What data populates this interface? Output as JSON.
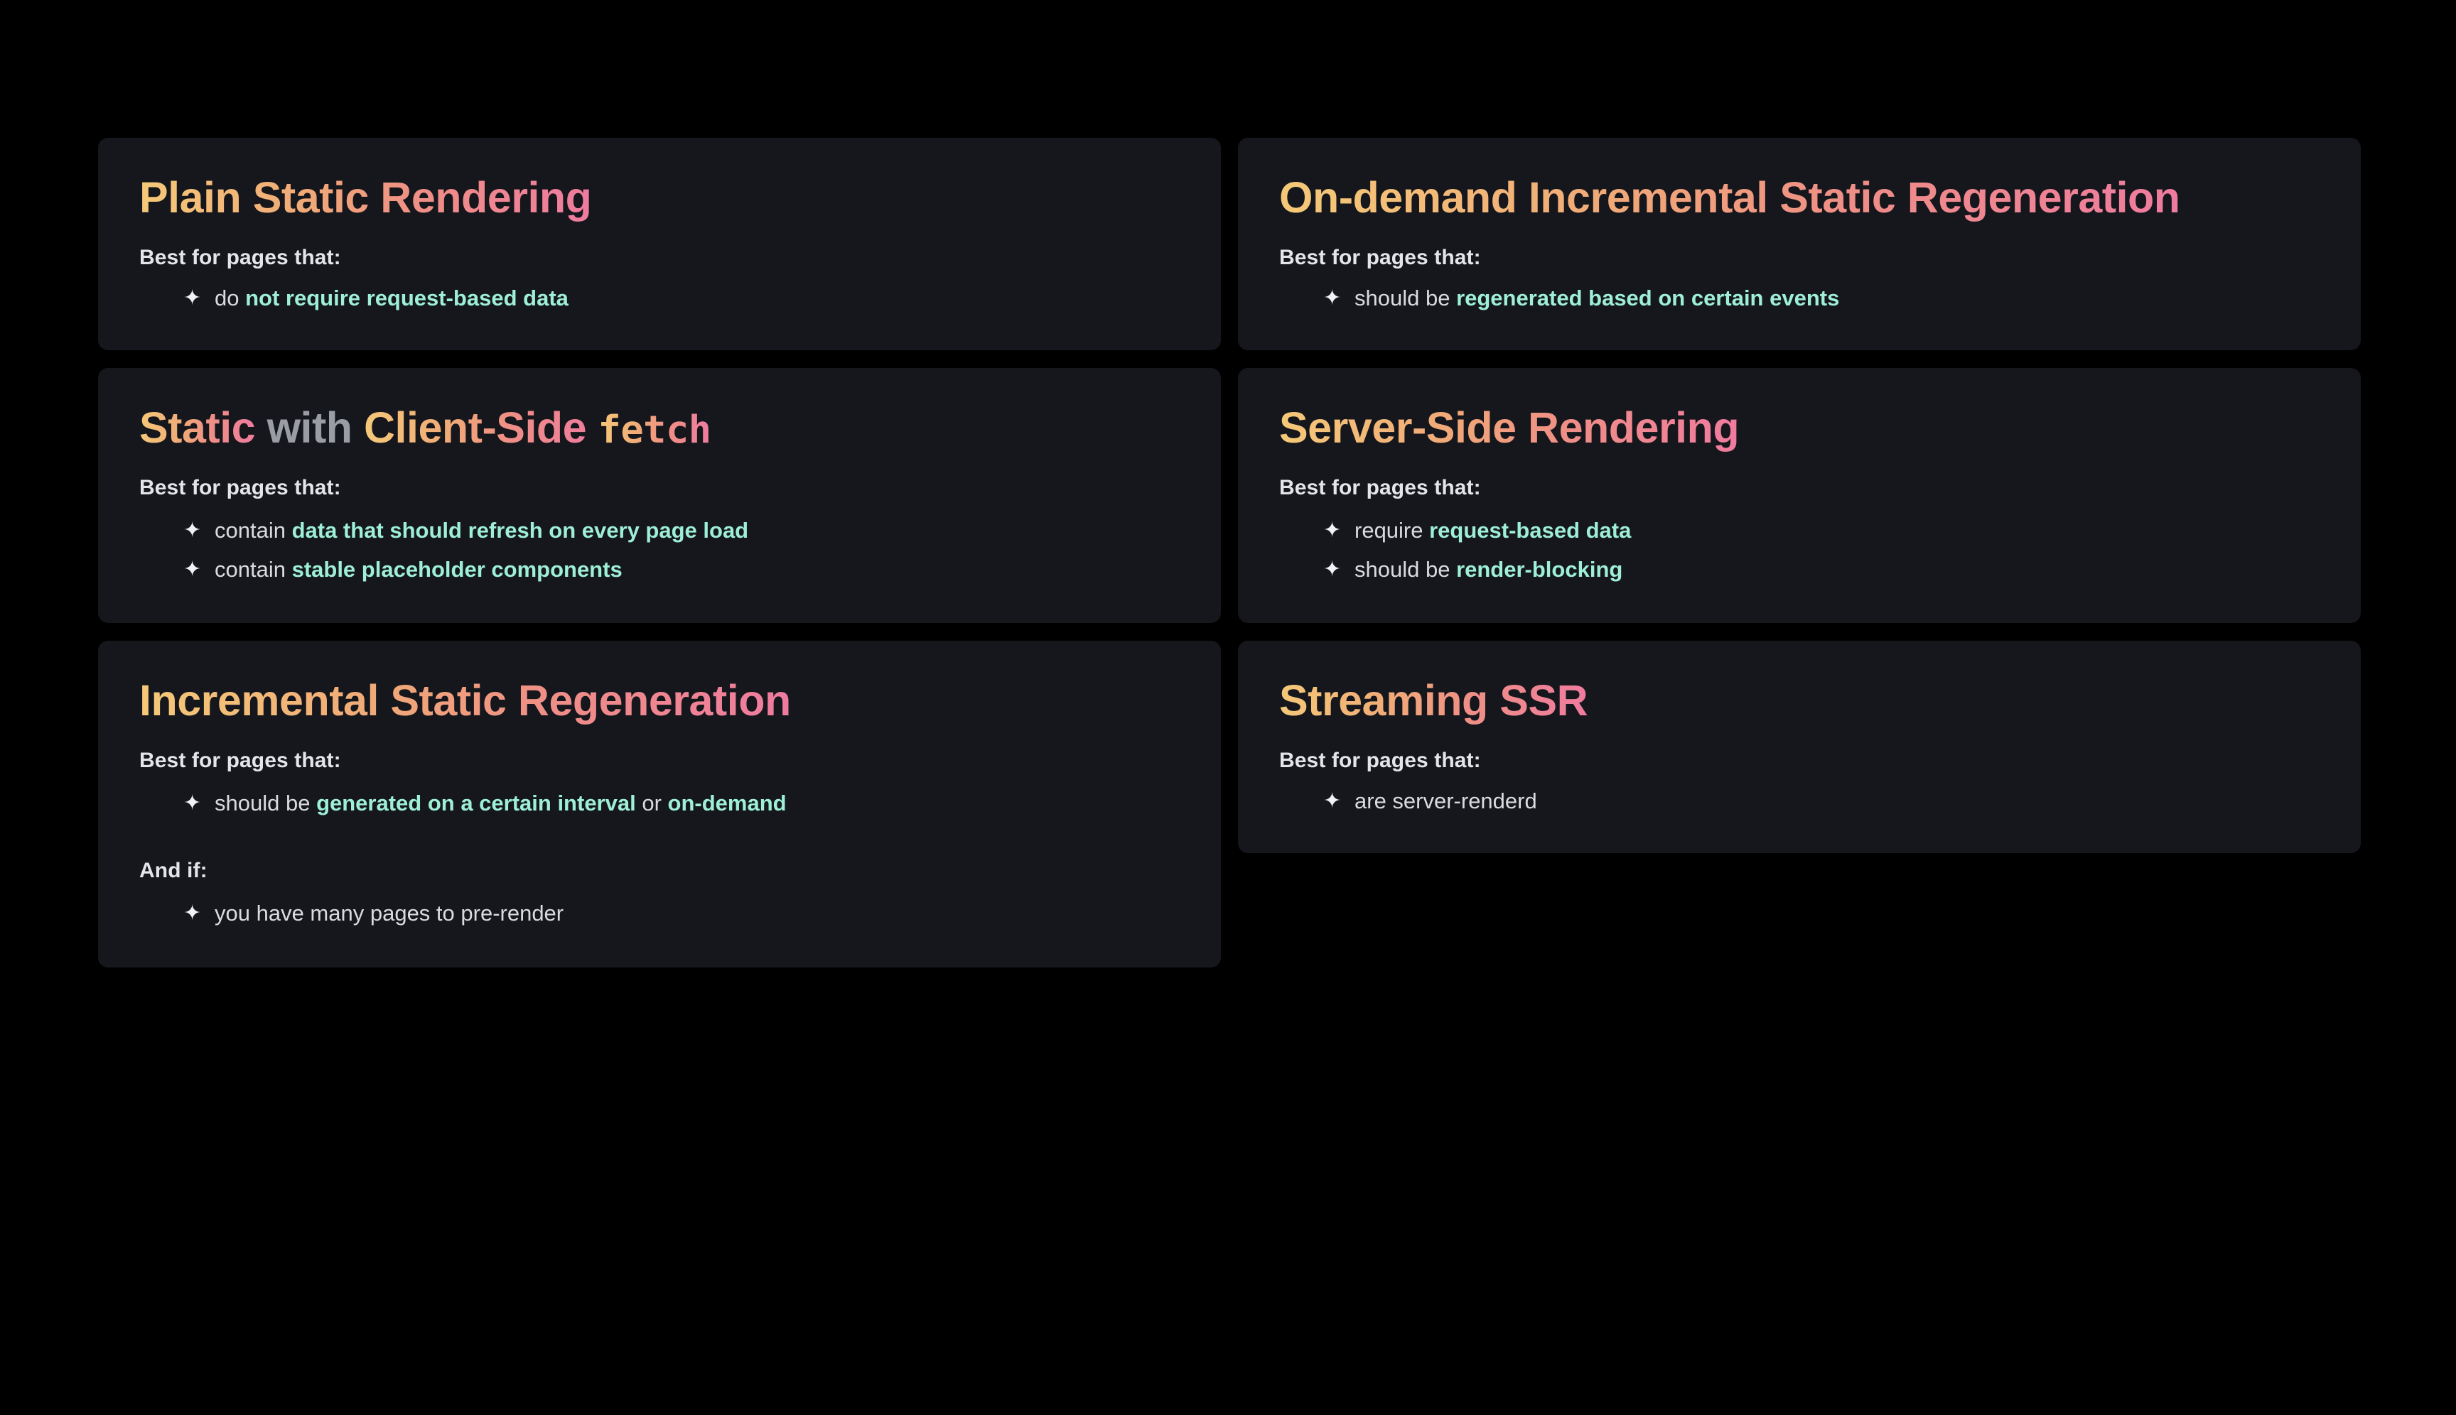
{
  "theme": {
    "page_background": "#000000",
    "card_background": "#15171C",
    "title_gradient_start": "#F5C978",
    "title_gradient_end": "#EF7B9F",
    "highlight_color": "#9EEFD6",
    "body_text_color": "#D9DBDF",
    "muted_text_color": "#9A9DA3",
    "bullet_icon": "sparkle-four-point"
  },
  "labels": {
    "best_for": "Best for pages that:",
    "and_if": "And if:",
    "bullet_glyph": "✦"
  },
  "cards": [
    {
      "id": "plain-static-rendering",
      "title_segments": [
        {
          "text": "Plain Static Rendering",
          "style": "gradient"
        }
      ],
      "title_plain": "Plain Static Rendering",
      "sections": [
        {
          "heading": "Best for pages that:",
          "bullets": [
            {
              "parts": [
                {
                  "text": "do ",
                  "style": "normal"
                },
                {
                  "text": "not require request-based data",
                  "style": "highlight"
                }
              ]
            }
          ]
        }
      ]
    },
    {
      "id": "on-demand-incremental-static-regeneration",
      "title_segments": [
        {
          "text": "On-demand Incremental Static Regeneration",
          "style": "gradient"
        }
      ],
      "title_plain": "On-demand Incremental Static Regeneration",
      "sections": [
        {
          "heading": "Best for pages that:",
          "bullets": [
            {
              "parts": [
                {
                  "text": "should be ",
                  "style": "normal"
                },
                {
                  "text": "regenerated based on certain events",
                  "style": "highlight"
                }
              ]
            }
          ]
        }
      ]
    },
    {
      "id": "static-with-client-side-fetch",
      "title_segments": [
        {
          "text": "Static",
          "style": "gradient"
        },
        {
          "text": " with ",
          "style": "muted"
        },
        {
          "text": "Client-Side ",
          "style": "gradient"
        },
        {
          "text": "fetch",
          "style": "gradient-mono"
        }
      ],
      "title_plain": "Static with Client-Side fetch",
      "sections": [
        {
          "heading": "Best for pages that:",
          "bullets": [
            {
              "parts": [
                {
                  "text": "contain ",
                  "style": "normal"
                },
                {
                  "text": "data that should refresh on every page load",
                  "style": "highlight"
                }
              ]
            },
            {
              "parts": [
                {
                  "text": "contain ",
                  "style": "normal"
                },
                {
                  "text": "stable placeholder components",
                  "style": "highlight"
                }
              ]
            }
          ]
        }
      ]
    },
    {
      "id": "server-side-rendering",
      "title_segments": [
        {
          "text": "Server-Side Rendering",
          "style": "gradient"
        }
      ],
      "title_plain": "Server-Side Rendering",
      "sections": [
        {
          "heading": "Best for pages that:",
          "bullets": [
            {
              "parts": [
                {
                  "text": "require ",
                  "style": "normal"
                },
                {
                  "text": "request-based data",
                  "style": "highlight"
                }
              ]
            },
            {
              "parts": [
                {
                  "text": "should be ",
                  "style": "normal"
                },
                {
                  "text": "render-blocking",
                  "style": "highlight"
                }
              ]
            }
          ]
        }
      ]
    },
    {
      "id": "incremental-static-regeneration",
      "title_segments": [
        {
          "text": "Incremental Static Regeneration",
          "style": "gradient"
        }
      ],
      "title_plain": "Incremental Static Regeneration",
      "sections": [
        {
          "heading": "Best for pages that:",
          "bullets": [
            {
              "parts": [
                {
                  "text": "should be ",
                  "style": "normal"
                },
                {
                  "text": "generated on a certain interval",
                  "style": "highlight"
                },
                {
                  "text": " or ",
                  "style": "normal"
                },
                {
                  "text": "on-demand",
                  "style": "highlight"
                }
              ]
            }
          ]
        },
        {
          "heading": "And if:",
          "bullets": [
            {
              "parts": [
                {
                  "text": "you have many pages to pre-render",
                  "style": "normal"
                }
              ]
            }
          ]
        }
      ]
    },
    {
      "id": "streaming-ssr",
      "title_segments": [
        {
          "text": "Streaming SSR",
          "style": "gradient"
        }
      ],
      "title_plain": "Streaming SSR",
      "sections": [
        {
          "heading": "Best for pages that:",
          "bullets": [
            {
              "parts": [
                {
                  "text": "are server-renderd",
                  "style": "normal"
                }
              ]
            }
          ]
        }
      ]
    }
  ]
}
